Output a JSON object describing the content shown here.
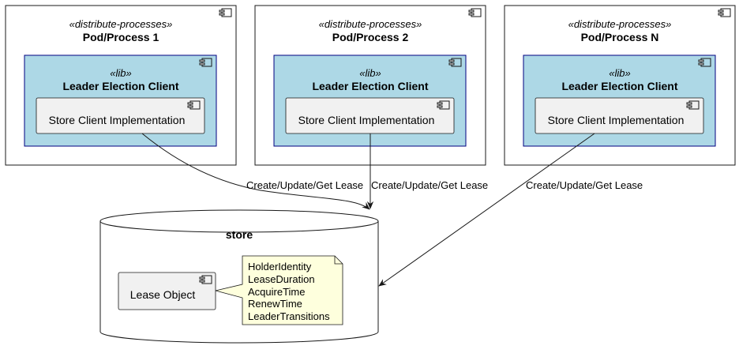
{
  "processes": [
    {
      "stereotype": "«distribute-processes»",
      "name": "Pod/Process 1",
      "lib": {
        "stereotype": "«lib»",
        "name": "Leader Election Client",
        "component": "Store Client Implementation"
      }
    },
    {
      "stereotype": "«distribute-processes»",
      "name": "Pod/Process 2",
      "lib": {
        "stereotype": "«lib»",
        "name": "Leader Election Client",
        "component": "Store Client Implementation"
      }
    },
    {
      "stereotype": "«distribute-processes»",
      "name": "Pod/Process N",
      "lib": {
        "stereotype": "«lib»",
        "name": "Leader Election Client",
        "component": "Store Client Implementation"
      }
    }
  ],
  "store": {
    "name": "store",
    "component": "Lease Object",
    "note_lines": [
      "HolderIdentity",
      "LeaseDuration",
      "AcquireTime",
      "RenewTime",
      "LeaderTransitions"
    ]
  },
  "edges": [
    {
      "label": "Create/Update/Get Lease"
    },
    {
      "label": "Create/Update/Get Lease"
    },
    {
      "label": "Create/Update/Get Lease"
    }
  ],
  "colors": {
    "lib_fill": "#ADD8E6",
    "lib_border": "#000080",
    "component_fill": "#F1F1F1",
    "note_fill": "#FEFFDD",
    "line": "#181818"
  }
}
